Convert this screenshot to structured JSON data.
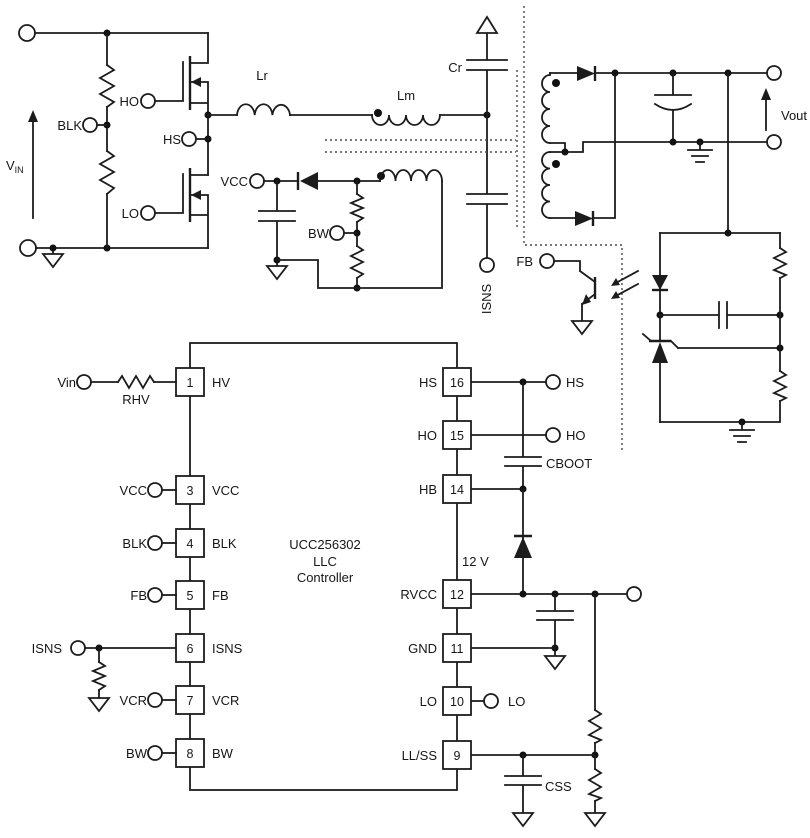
{
  "power": {
    "vin": "V",
    "vin_sub": "IN",
    "blk": "BLK",
    "ho": "HO",
    "hs": "HS",
    "lo": "LO",
    "lr": "Lr",
    "lm": "Lm",
    "cr": "Cr",
    "vcc": "VCC",
    "bw": "BW",
    "isns": "ISNS",
    "fb": "FB",
    "vout": "Vout"
  },
  "ic": {
    "part": "UCC256302",
    "family": "LLC",
    "role": "Controller",
    "rail_12v": "12 V",
    "cboot": "CBOOT",
    "css": "CSS",
    "rhv": "RHV",
    "left_pins": [
      {
        "num": "1",
        "name": "HV",
        "ext": "Vin"
      },
      {
        "num": "3",
        "name": "VCC",
        "ext": "VCC"
      },
      {
        "num": "4",
        "name": "BLK",
        "ext": "BLK"
      },
      {
        "num": "5",
        "name": "FB",
        "ext": "FB"
      },
      {
        "num": "6",
        "name": "ISNS",
        "ext": "ISNS"
      },
      {
        "num": "7",
        "name": "VCR",
        "ext": "VCR"
      },
      {
        "num": "8",
        "name": "BW",
        "ext": "BW"
      }
    ],
    "right_pins": [
      {
        "num": "16",
        "name": "HS",
        "ext": "HS"
      },
      {
        "num": "15",
        "name": "HO",
        "ext": "HO"
      },
      {
        "num": "14",
        "name": "HB"
      },
      {
        "num": "12",
        "name": "RVCC"
      },
      {
        "num": "11",
        "name": "GND"
      },
      {
        "num": "10",
        "name": "LO",
        "ext": "LO"
      },
      {
        "num": "9",
        "name": "LL/SS"
      }
    ]
  }
}
